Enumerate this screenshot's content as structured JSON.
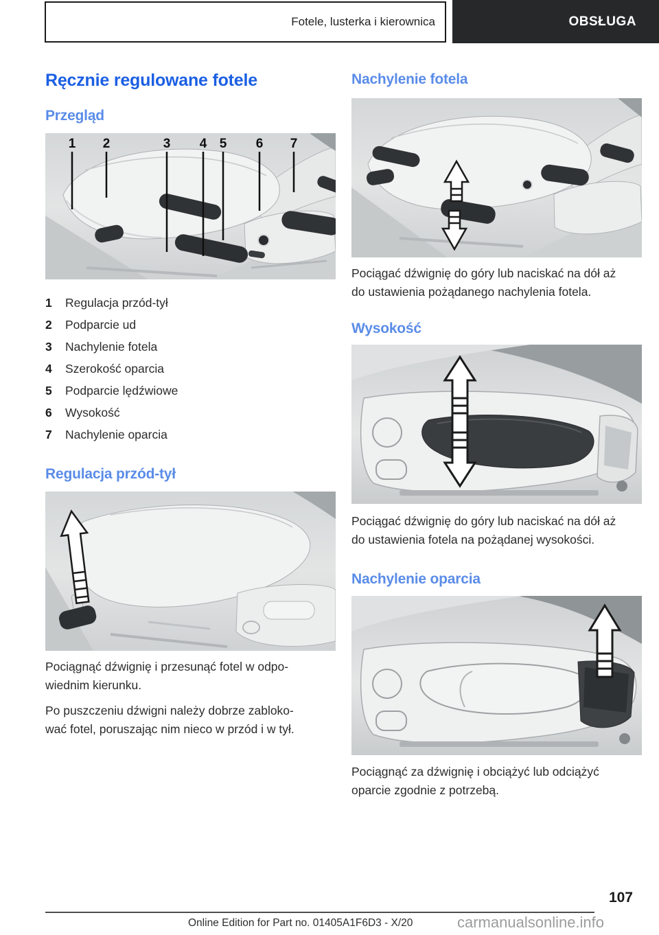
{
  "header": {
    "chapter": "Fotele, lusterka i kierownica",
    "section": "OBSŁUGA"
  },
  "left": {
    "title": "Ręcznie regulowane fotele",
    "overview": {
      "heading": "Przegląd",
      "items": [
        {
          "num": "1",
          "label": "Regulacja przód-tył"
        },
        {
          "num": "2",
          "label": "Podparcie ud"
        },
        {
          "num": "3",
          "label": "Nachylenie fotela"
        },
        {
          "num": "4",
          "label": "Szerokość oparcia"
        },
        {
          "num": "5",
          "label": "Podparcie lędźwiowe"
        },
        {
          "num": "6",
          "label": "Wysokość"
        },
        {
          "num": "7",
          "label": "Nachylenie oparcia"
        }
      ]
    },
    "forward_back": {
      "heading": "Regulacja przód-tył",
      "p1": [
        "Pociągnąć dźwignię i przesunąć fotel w odpo-",
        "wiednim kierunku."
      ],
      "p2": [
        "Po puszczeniu dźwigni należy dobrze zabloko-",
        "wać fotel, poruszając nim nieco w przód i w tył."
      ]
    }
  },
  "right": {
    "seat_tilt": {
      "heading": "Nachylenie fotela",
      "p": [
        "Pociągać dźwignię do góry lub naciskać na dół aż",
        "do ustawienia pożądanego nachylenia fotela."
      ]
    },
    "height": {
      "heading": "Wysokość",
      "p": [
        "Pociągać dźwignię do góry lub naciskać na dół aż",
        "do ustawienia fotela na pożądanej wysokości."
      ]
    },
    "backrest_tilt": {
      "heading": "Nachylenie oparcia",
      "p": [
        "Pociągnąć za dźwignię i obciążyć lub odciążyć",
        "oparcie zgodnie z potrzebą."
      ]
    }
  },
  "figures": {
    "overview_callouts": [
      "1",
      "2",
      "3",
      "4",
      "5",
      "6",
      "7"
    ]
  },
  "footer": {
    "page_number": "107",
    "edition": "Online Edition for Part no. 01405A1F6D3 - X/20",
    "watermark": "carmanualsonline.info"
  },
  "colors": {
    "title_blue": "#1b5fe3",
    "heading_blue": "#5a8ce8",
    "section_bar_bg": "#26282a",
    "watermark_gray": "#9c9c9c",
    "figure_bg": "#d9dbdc"
  }
}
